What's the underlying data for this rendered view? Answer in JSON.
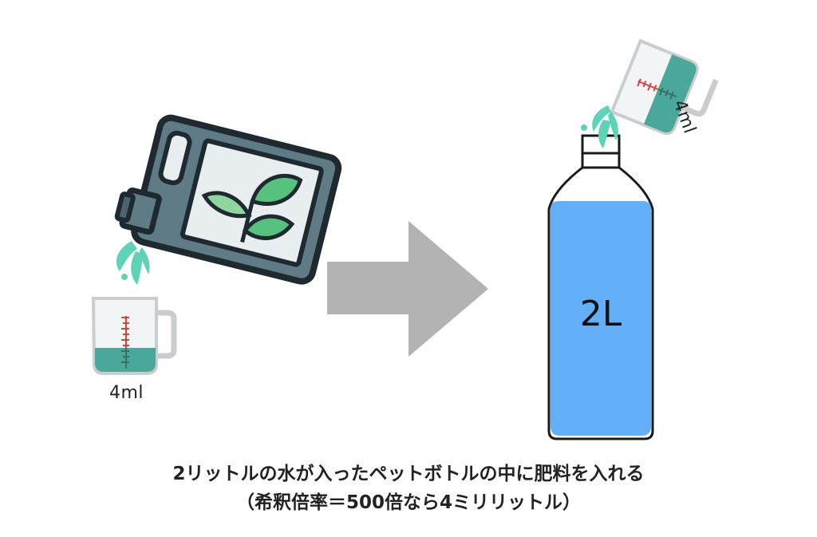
{
  "labels": {
    "left_cup_volume": "4ml",
    "right_cup_volume": "4ml",
    "bottle_volume": "2L"
  },
  "caption": {
    "line1": "2リットルの水が入ったペットボトルの中に肥料を入れる",
    "line2": "（希釈倍率＝500倍なら4ミリリットル）"
  },
  "icons": {
    "fertilizer": "fertilizer-jug-icon",
    "left_cup": "measuring-cup-icon",
    "arrow": "arrow-right-icon",
    "bottle": "water-bottle-icon",
    "right_cup": "measuring-cup-icon"
  },
  "colors": {
    "liquid_teal": "#4aa89a",
    "splash": "#5fd3b8",
    "bottle_water": "#62aef7",
    "arrow_gray": "#b3b3b3",
    "jug_body": "#5f7b86",
    "jug_label": "#e8eef0",
    "leaf_light": "#8ed59e",
    "leaf_dark": "#57c27d",
    "tick_red": "#d9413c"
  }
}
